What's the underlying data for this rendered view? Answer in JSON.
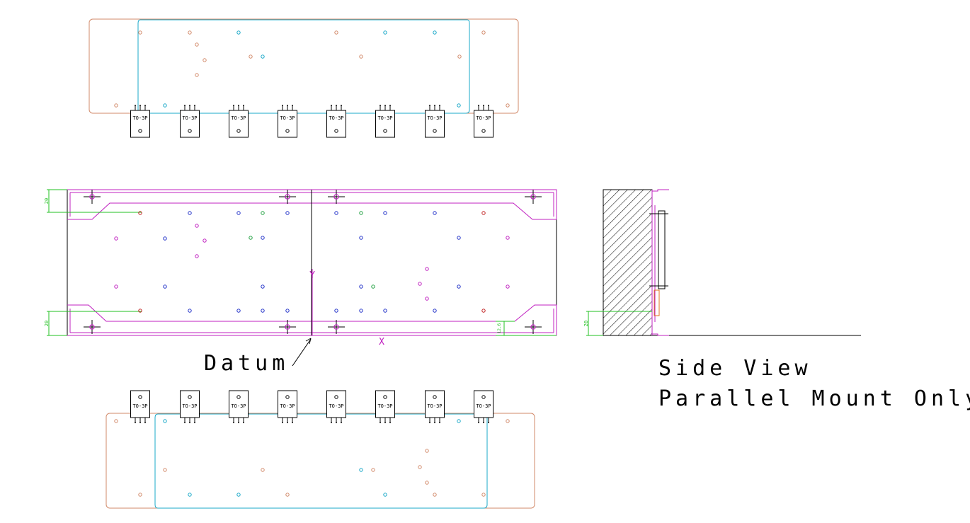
{
  "package_label": "TO-3P",
  "annotations": {
    "datum": "Datum",
    "side_view": "Side View",
    "parallel_mount": "Parallel Mount Only",
    "axis_y": "Y",
    "axis_x": "X"
  },
  "dimensions": {
    "left_top": "20",
    "left_bottom": "20",
    "right_inner": "12.6",
    "side": "20"
  },
  "colors": {
    "outline_orange": "#d28a6a",
    "outline_cyan": "#19a8c8",
    "magenta": "#c020c0",
    "blue": "#2030c8",
    "green": "#20a040",
    "red": "#c02020",
    "dim_green": "#20c020",
    "black": "#000000",
    "orange_part": "#e07020"
  }
}
